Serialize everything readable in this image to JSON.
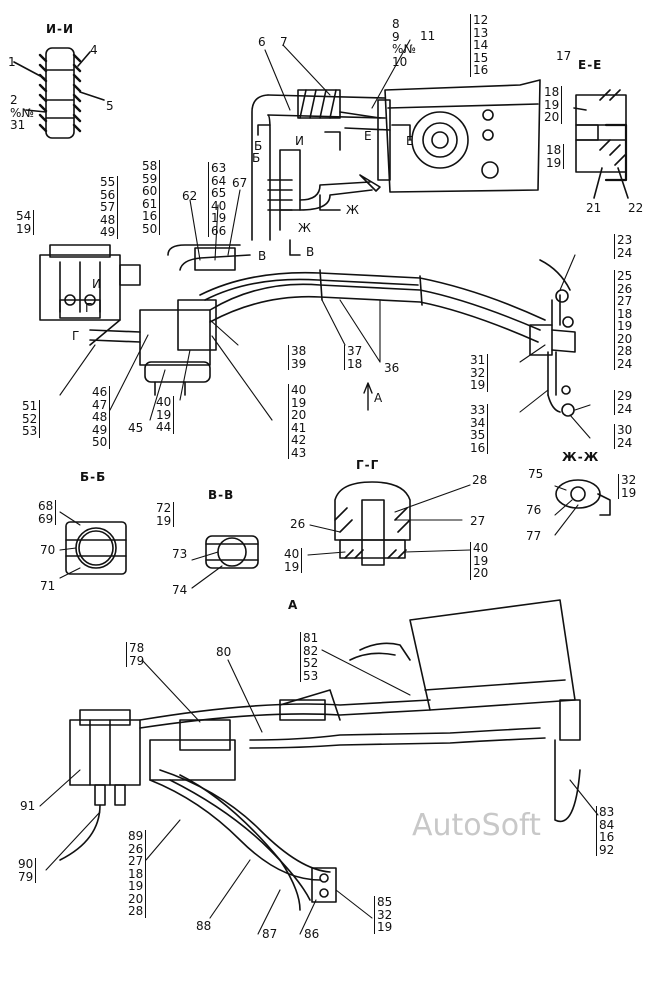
{
  "watermark": "AutoSoft",
  "sections": {
    "ii": "И-И",
    "ee": "Е-Е",
    "bb": "Б-Б",
    "vv": "В-В",
    "gg": "Г-Г",
    "zhzh": "Ж-Ж",
    "a_view": "А",
    "arrow_a": "А"
  },
  "marks": {
    "b1": "Б",
    "b2": "Б",
    "e1": "Е",
    "e2": "Е",
    "g1": "Г",
    "g2": "Г",
    "v1": "В",
    "v2": "В",
    "zh1": "Ж",
    "zh2": "Ж",
    "i1": "И",
    "i2": "И"
  },
  "labels": {
    "l1": "1",
    "l4": "4",
    "l5": "5",
    "l6": "6",
    "l7": "7",
    "l62": "62",
    "l67": "67",
    "l36": "36",
    "l45": "45",
    "l17": "17",
    "l21": "21",
    "l22": "22",
    "l26": "26",
    "l27": "27",
    "l28": "28",
    "l70": "70",
    "l71": "71",
    "l73": "73",
    "l74": "74",
    "l75": "75",
    "l76": "76",
    "l77": "77",
    "l80": "80",
    "l86": "86",
    "l87": "87",
    "l88": "88",
    "l91": "91",
    "l11": "11"
  },
  "stacks": {
    "s_2_31": [
      "2",
      "%№",
      "31"
    ],
    "s_8_10": [
      "8",
      "9",
      "%№",
      "10"
    ],
    "s_12_16": [
      "12",
      "13",
      "14",
      "15",
      "16"
    ],
    "s_18_20": [
      "18",
      "19",
      "20"
    ],
    "s_18_19": [
      "18",
      "19"
    ],
    "s_54_19": [
      "54",
      "19"
    ],
    "s_55_49": [
      "55",
      "56",
      "57",
      "48",
      "49"
    ],
    "s_58_50": [
      "58",
      "59",
      "60",
      "61",
      "16",
      "50"
    ],
    "s_63_66": [
      "63",
      "64",
      "65",
      "40",
      "19",
      "66"
    ],
    "s_23_24": [
      "23",
      "24"
    ],
    "s_25_24": [
      "25",
      "26",
      "27",
      "18",
      "19",
      "20",
      "28",
      "24"
    ],
    "s_31_19": [
      "31",
      "32",
      "19"
    ],
    "s_33_16": [
      "33",
      "34",
      "35",
      "16"
    ],
    "s_29_24": [
      "29",
      "24"
    ],
    "s_30_24": [
      "30",
      "24"
    ],
    "s_38_39": [
      "38",
      "39"
    ],
    "s_37_18": [
      "37",
      "18"
    ],
    "s_40_43": [
      "40",
      "19",
      "20",
      "41",
      "42",
      "43"
    ],
    "s_40_44": [
      "40",
      "19",
      "44"
    ],
    "s_46_50": [
      "46",
      "47",
      "48",
      "49",
      "50"
    ],
    "s_51_53": [
      "51",
      "52",
      "53"
    ],
    "s_68_69": [
      "68",
      "69"
    ],
    "s_72_19": [
      "72",
      "19"
    ],
    "s_40_19l": [
      "40",
      "19"
    ],
    "s_40_20r": [
      "40",
      "19",
      "20"
    ],
    "s_32_19": [
      "32",
      "19"
    ],
    "s_78_79": [
      "78",
      "79"
    ],
    "s_81_53": [
      "81",
      "82",
      "52",
      "53"
    ],
    "s_83_92": [
      "83",
      "84",
      "16",
      "92"
    ],
    "s_90_79": [
      "90",
      "79"
    ],
    "s_89_28": [
      "89",
      "26",
      "27",
      "18",
      "19",
      "20",
      "28"
    ],
    "s_85_19": [
      "85",
      "32",
      "19"
    ]
  }
}
